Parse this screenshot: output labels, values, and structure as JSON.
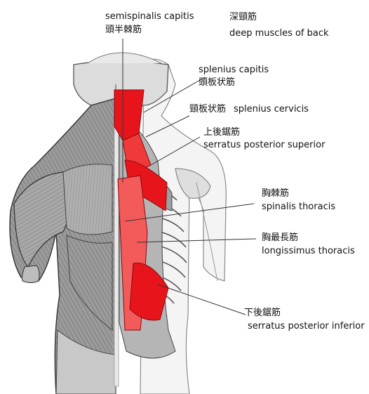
{
  "header": {
    "ja": "深頸筋",
    "en": "deep muscles of back"
  },
  "labels": [
    {
      "id": "semispinalis-capitis",
      "en": "semispinalis capitis",
      "ja": "頭半棘筋"
    },
    {
      "id": "splenius-capitis",
      "en": "splenius capitis",
      "ja": "頭板状筋"
    },
    {
      "id": "splenius-cervicis",
      "en": "splenius cervicis",
      "ja": "頸板状筋"
    },
    {
      "id": "serratus-posterior-superior",
      "en": "serratus posterior superior",
      "ja": "上後鋸筋"
    },
    {
      "id": "spinalis-thoracis",
      "en": "spinalis thoracis",
      "ja": "胸棘筋"
    },
    {
      "id": "longissimus-thoracis",
      "en": "longissimus thoracis",
      "ja": "胸最長筋"
    },
    {
      "id": "serratus-posterior-inferior",
      "en": "serratus posterior inferior",
      "ja": "下後鋸筋"
    }
  ],
  "colors": {
    "highlight": "#e8141c",
    "muscle": "#9a9a9a",
    "muscle_dark": "#6e6e6e",
    "outline": "#333333",
    "bone": "#d9d9d9"
  }
}
